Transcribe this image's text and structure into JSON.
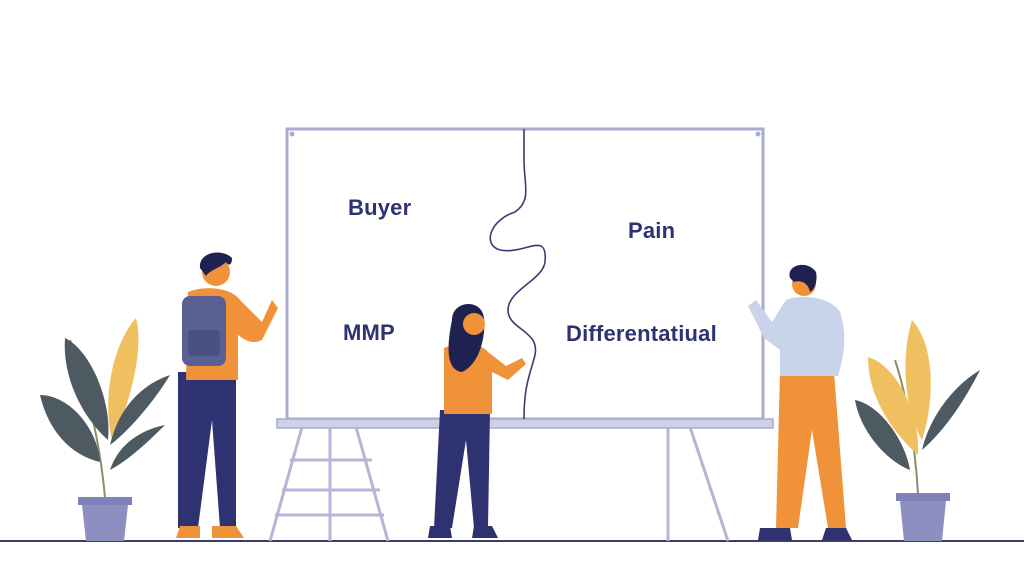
{
  "board": {
    "words": {
      "top_left": "Buyer",
      "top_right": "Pain",
      "bottom_left": "MMP",
      "bottom_right": "Differentatiual"
    }
  },
  "colors": {
    "ink": "#2f3270",
    "board_frame": "#a9abcf",
    "orange": "#f0923a",
    "navy": "#2f3270",
    "light_blue": "#c9d3ea",
    "leaf_dark": "#4d5a62",
    "leaf_yellow": "#f0c060",
    "pot": "#8d8fc0"
  }
}
